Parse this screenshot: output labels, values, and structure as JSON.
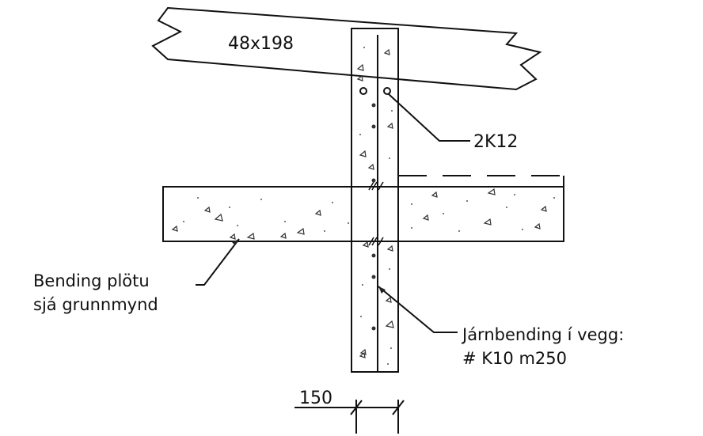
{
  "labels": {
    "beam": "48x198",
    "top_rebar": "2K12",
    "slab_rebar_line1": "Bending plötu",
    "slab_rebar_line2": "sjá grunnmynd",
    "wall_rebar_line1": "Járnbending í vegg:",
    "wall_rebar_line2": "# K10 m250",
    "dimension": "150"
  },
  "colors": {
    "ink": "#111111",
    "background": "#ffffff"
  }
}
